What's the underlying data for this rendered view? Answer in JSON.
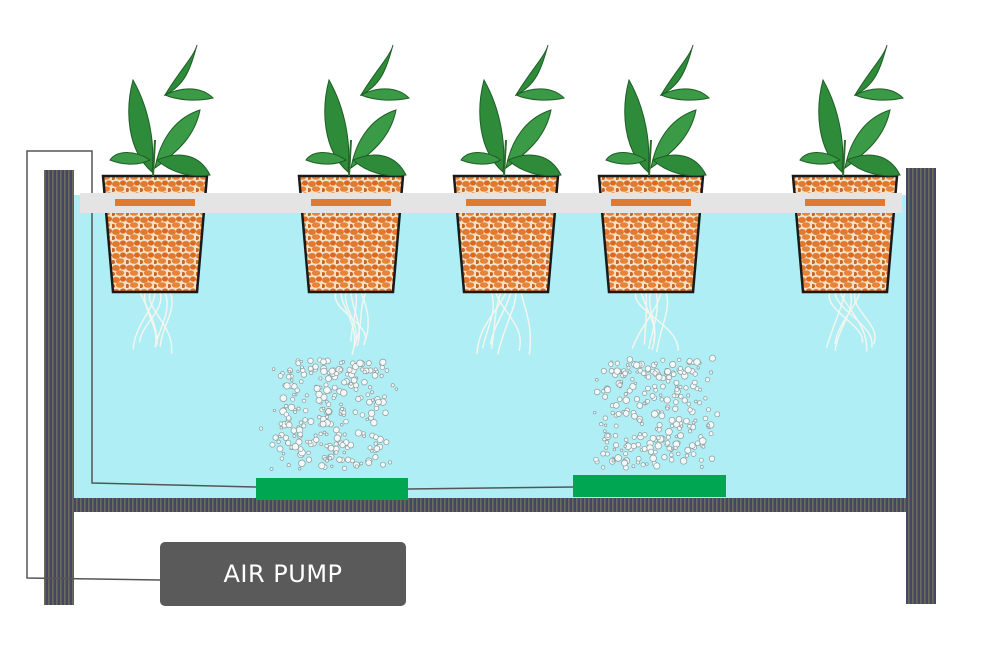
{
  "diagram": {
    "labels": {
      "air_pump": "AIR PUMP"
    },
    "components": {
      "pots": 5,
      "air_stones": 2,
      "bubble_clouds": 2
    },
    "colors": {
      "water": "#aeeef4",
      "float_raft": "#e4e4e4",
      "air_stone": "#00a651",
      "leaf": "#2e8b3a",
      "clay_pebbles": "#e07a30",
      "frame": "#4a4a55",
      "pump": "#5a5a5a"
    }
  }
}
